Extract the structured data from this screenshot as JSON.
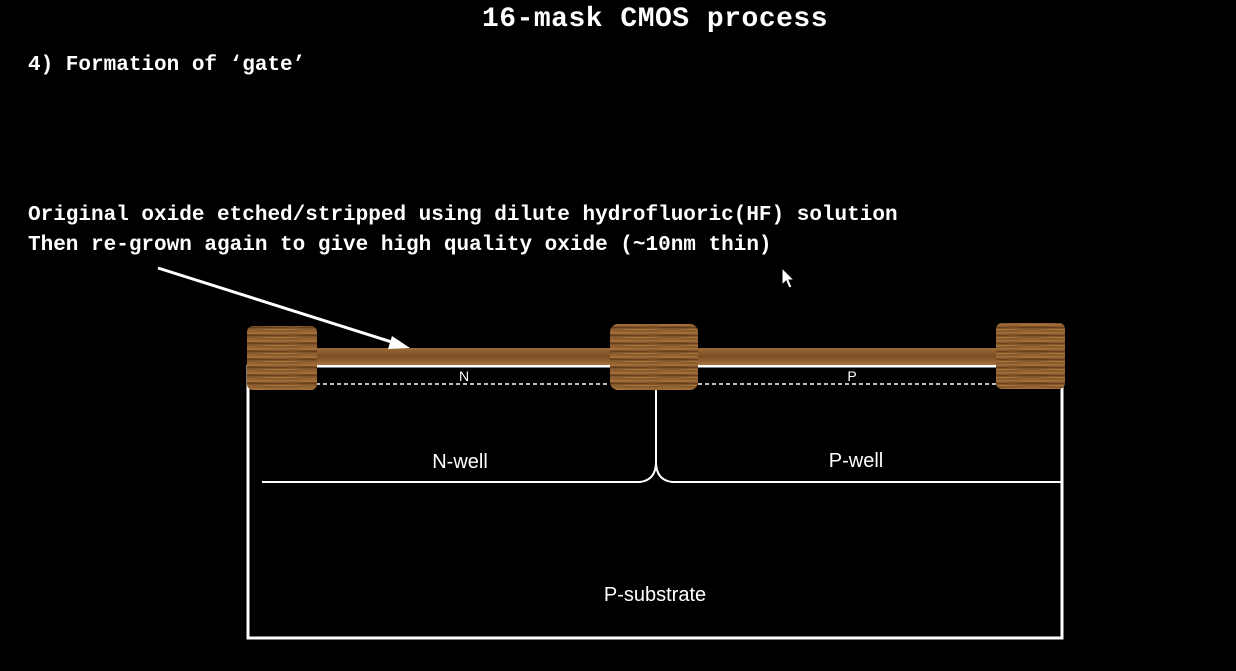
{
  "slide": {
    "title": "16-mask CMOS process",
    "step": "4) Formation of ‘gate’",
    "annotation_line1": "Original oxide etched/stripped using dilute hydrofluoric(HF) solution",
    "annotation_line2": "Then re-grown again to give high quality oxide (~10nm thin)"
  },
  "diagram": {
    "n_region_label": "N",
    "p_region_label": "P",
    "n_well_label": "N-well",
    "p_well_label": "P-well",
    "substrate_label": "P-substrate"
  },
  "colors": {
    "background": "#000000",
    "text": "#ffffff",
    "oxide_wood": "#8a5a2b",
    "oxide_wood_light": "#b07a44",
    "oxide_wood_dark": "#5c3a19"
  },
  "icons": {
    "cursor": "mouse-pointer-icon"
  }
}
